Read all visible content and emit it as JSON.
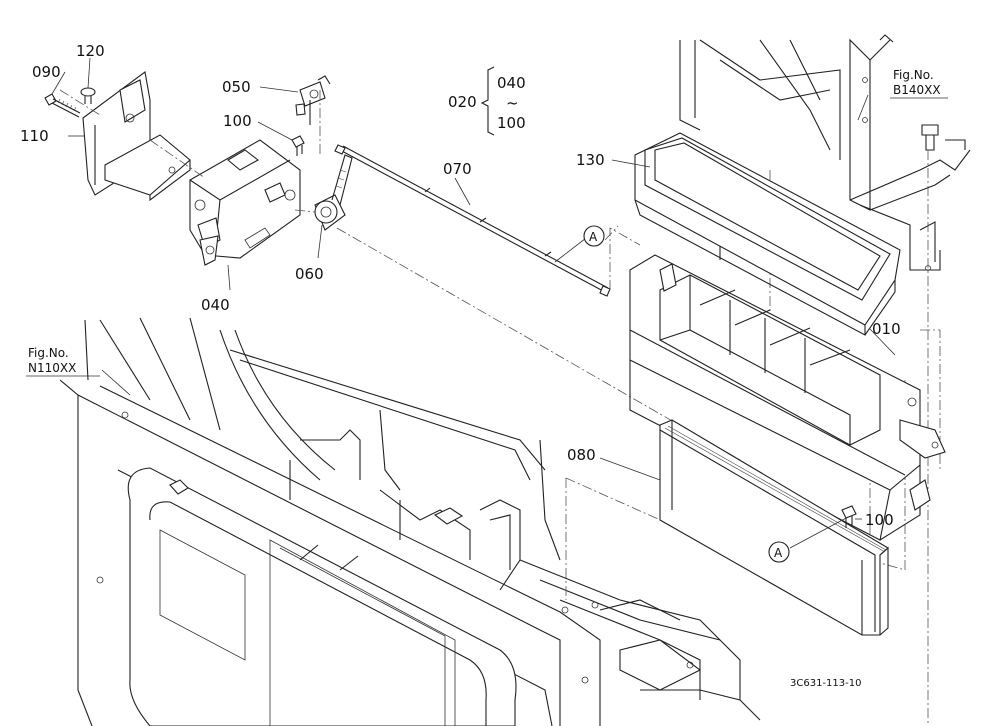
{
  "callouts": {
    "c090": "090",
    "c120": "120",
    "c110": "110",
    "c050": "050",
    "c100_top": "100",
    "c040": "040",
    "c060": "060",
    "c070": "070",
    "c130": "130",
    "c010": "010",
    "c080": "080",
    "c100_right": "100"
  },
  "range_note": {
    "main": "020",
    "from": "040",
    "tilde": "~",
    "to": "100"
  },
  "markers": {
    "a1": "A",
    "a2": "A"
  },
  "figure_refs": {
    "right_line1": "Fig.No.",
    "right_line2": "B140XX",
    "left_line1": "Fig.No.",
    "left_line2": "N110XX"
  },
  "drawing_number": "3C631-113-10"
}
